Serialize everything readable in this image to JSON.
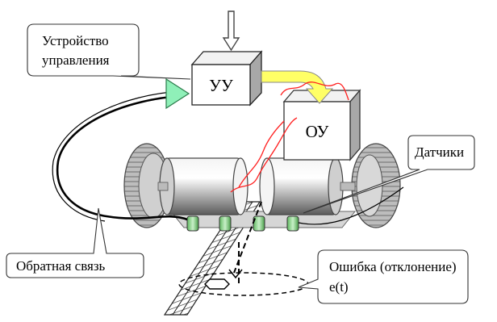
{
  "labels": {
    "control_device": [
      "Устройство",
      "управления"
    ],
    "controller_box": "УУ",
    "object_box": "ОУ",
    "sensors": "Датчики",
    "feedback": "Обратная связь",
    "error": [
      "Ошибка (отклонение)",
      "e(t)"
    ]
  },
  "colors": {
    "feedback_arrowhead": "#8ff0b8",
    "signal_arrow": "#ffff66",
    "disturbance_lines": "#ff2020",
    "sensor_green": "#7fd07f"
  },
  "icons": {
    "input_arrow": "down-arrow-icon",
    "signal_arrow": "curved-arrow-icon",
    "feedback_arrow": "triangle-arrow-icon"
  }
}
